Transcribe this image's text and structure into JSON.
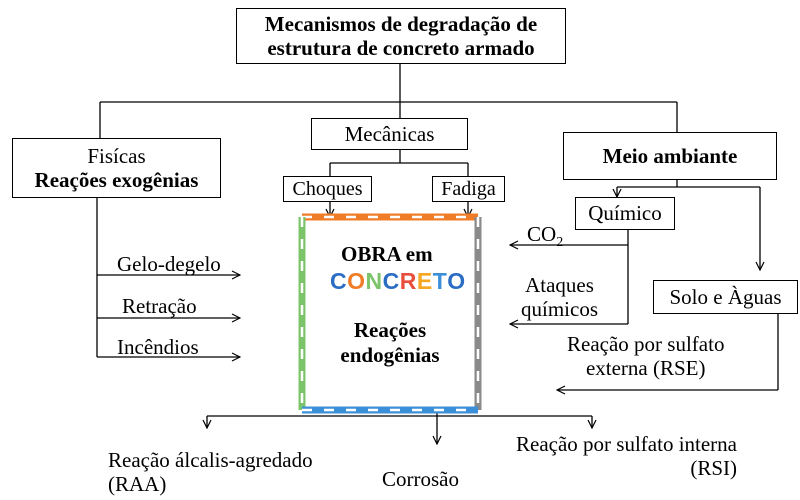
{
  "title": {
    "line1": "Mecanismos de degradação de",
    "line2": "estrutura de concreto armado"
  },
  "categories": {
    "fisicas": {
      "line1": "Fisícas",
      "line2": "Reações exogênias"
    },
    "mecanicas": {
      "label": "Mecânicas"
    },
    "meio_ambiante": {
      "label": "Meio ambiante"
    }
  },
  "mecanicas_sub": {
    "choques": "Choques",
    "fadiga": "Fadiga"
  },
  "meio_sub": {
    "quimico": "Químico",
    "solo": "Solo e Àguas"
  },
  "fisicas_items": [
    "Gelo-degelo",
    "Retração",
    "Incêndios"
  ],
  "chemical_labels": {
    "co2_base": "CO",
    "co2_sub": "2",
    "ataques_line1": "Ataques",
    "ataques_line2": "químicos",
    "rse_line1": "Reação por sulfato",
    "rse_line2": "externa (RSE)"
  },
  "center": {
    "obra": "OBRA em",
    "logo": "CONCRETO",
    "reacoes": "Reações",
    "endogenias": "endogênias"
  },
  "outputs": {
    "raa_line1": "Reação álcalis-agredado",
    "raa_line2": "(RAA)",
    "corrosao": "Corrosão",
    "rsi_line1": "Reação por sulfato interna",
    "rsi_line2": "(RSI)"
  },
  "colors": {
    "top_border": "#f07c27",
    "left_border": "#7cc46a",
    "right_border": "#8a8a8a",
    "bottom_border": "#3b8fd9",
    "logo_letters": [
      "#2b6cc4",
      "#f07c27",
      "#7cc46a",
      "#2b6cc4",
      "#e94e3c",
      "#f5a623",
      "#3b8fd9",
      "#2b6cc4"
    ]
  }
}
